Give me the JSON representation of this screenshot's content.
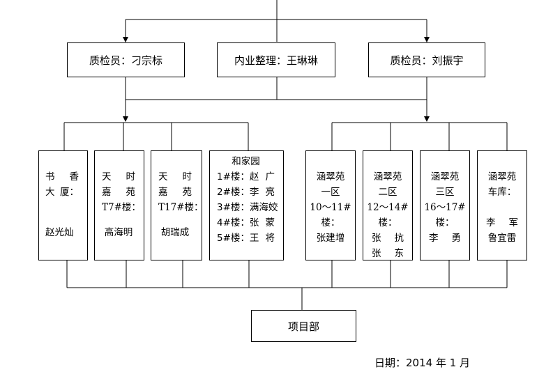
{
  "inspectors": [
    {
      "label": "质检员：刁宗标"
    },
    {
      "label": "内业整理：王琳琳"
    },
    {
      "label": "质检员：刘振宇"
    }
  ],
  "sites": [
    {
      "rows": [
        [
          "书",
          "香"
        ],
        [
          "大",
          "厦："
        ],
        [
          ""
        ],
        [
          "赵光灿"
        ]
      ]
    },
    {
      "rows": [
        [
          "天",
          "时"
        ],
        [
          "嘉",
          "苑"
        ],
        [
          "T7#楼："
        ],
        [
          "高海明"
        ]
      ]
    },
    {
      "rows": [
        [
          "天",
          "时"
        ],
        [
          "嘉",
          "苑"
        ],
        [
          "T17#楼："
        ],
        [
          "胡瑞成"
        ]
      ]
    },
    {
      "title": "和家园",
      "rows": [
        [
          "1#楼：赵",
          "广"
        ],
        [
          "2#楼：李",
          "亮"
        ],
        [
          "3#楼：满海姣"
        ],
        [
          "4#楼：张",
          "蒙"
        ],
        [
          "5#楼：王",
          "将"
        ]
      ]
    },
    {
      "rows": [
        [
          "涵翠苑"
        ],
        [
          "一区"
        ],
        [
          "10～11#"
        ],
        [
          "楼："
        ],
        [
          "张建增"
        ]
      ]
    },
    {
      "rows": [
        [
          "涵翠苑"
        ],
        [
          "二区"
        ],
        [
          "12～14#"
        ],
        [
          "楼："
        ],
        [
          "张",
          "抗"
        ],
        [
          "张",
          "东"
        ]
      ]
    },
    {
      "rows": [
        [
          "涵翠苑"
        ],
        [
          "三区"
        ],
        [
          "16～17#"
        ],
        [
          "楼："
        ],
        [
          "李",
          "勇"
        ]
      ]
    },
    {
      "rows": [
        [
          "涵翠苑"
        ],
        [
          "车库："
        ],
        [
          ""
        ],
        [
          "李",
          "军"
        ],
        [
          "鲁宜雷"
        ]
      ]
    }
  ],
  "project_dept": {
    "label": "项目部"
  },
  "date": {
    "label": "日期：2014 年 1 月"
  }
}
